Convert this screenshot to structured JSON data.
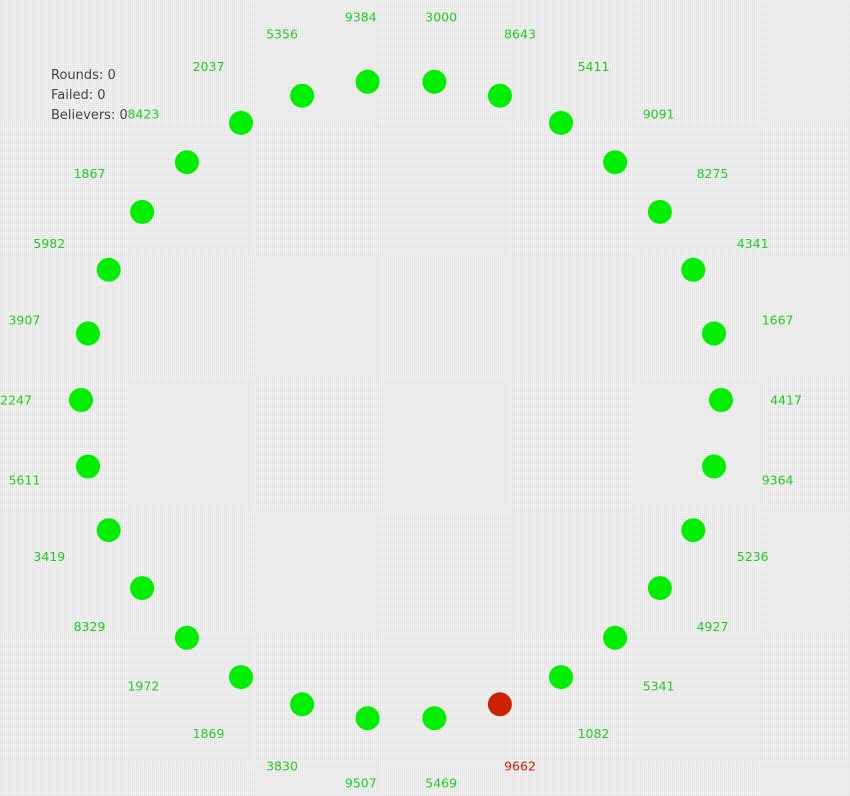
{
  "stats": {
    "rounds_label": "Rounds:",
    "rounds_value": "0",
    "failed_label": "Failed:",
    "failed_value": "0",
    "believers_label": "Believers:",
    "believers_value": "0"
  },
  "colors": {
    "ok": "#00ee00",
    "ok_label": "#22cc22",
    "faulty": "#cc2200",
    "faulty_label": "#cc2200"
  },
  "nodes": [
    {
      "id": "3000",
      "status": "ok"
    },
    {
      "id": "8643",
      "status": "ok"
    },
    {
      "id": "5411",
      "status": "ok"
    },
    {
      "id": "9091",
      "status": "ok"
    },
    {
      "id": "8275",
      "status": "ok"
    },
    {
      "id": "4341",
      "status": "ok"
    },
    {
      "id": "1667",
      "status": "ok"
    },
    {
      "id": "4417",
      "status": "ok"
    },
    {
      "id": "9364",
      "status": "ok"
    },
    {
      "id": "5236",
      "status": "ok"
    },
    {
      "id": "4927",
      "status": "ok"
    },
    {
      "id": "5341",
      "status": "ok"
    },
    {
      "id": "1082",
      "status": "ok"
    },
    {
      "id": "9662",
      "status": "faulty"
    },
    {
      "id": "5469",
      "status": "ok"
    },
    {
      "id": "9507",
      "status": "ok"
    },
    {
      "id": "3830",
      "status": "ok"
    },
    {
      "id": "1869",
      "status": "ok"
    },
    {
      "id": "1972",
      "status": "ok"
    },
    {
      "id": "8329",
      "status": "ok"
    },
    {
      "id": "3419",
      "status": "ok"
    },
    {
      "id": "5611",
      "status": "ok"
    },
    {
      "id": "2247",
      "status": "ok"
    },
    {
      "id": "3907",
      "status": "ok"
    },
    {
      "id": "5982",
      "status": "ok"
    },
    {
      "id": "1867",
      "status": "ok"
    },
    {
      "id": "8423",
      "status": "ok"
    },
    {
      "id": "2037",
      "status": "ok"
    },
    {
      "id": "5356",
      "status": "ok"
    },
    {
      "id": "9384",
      "status": "ok"
    }
  ]
}
